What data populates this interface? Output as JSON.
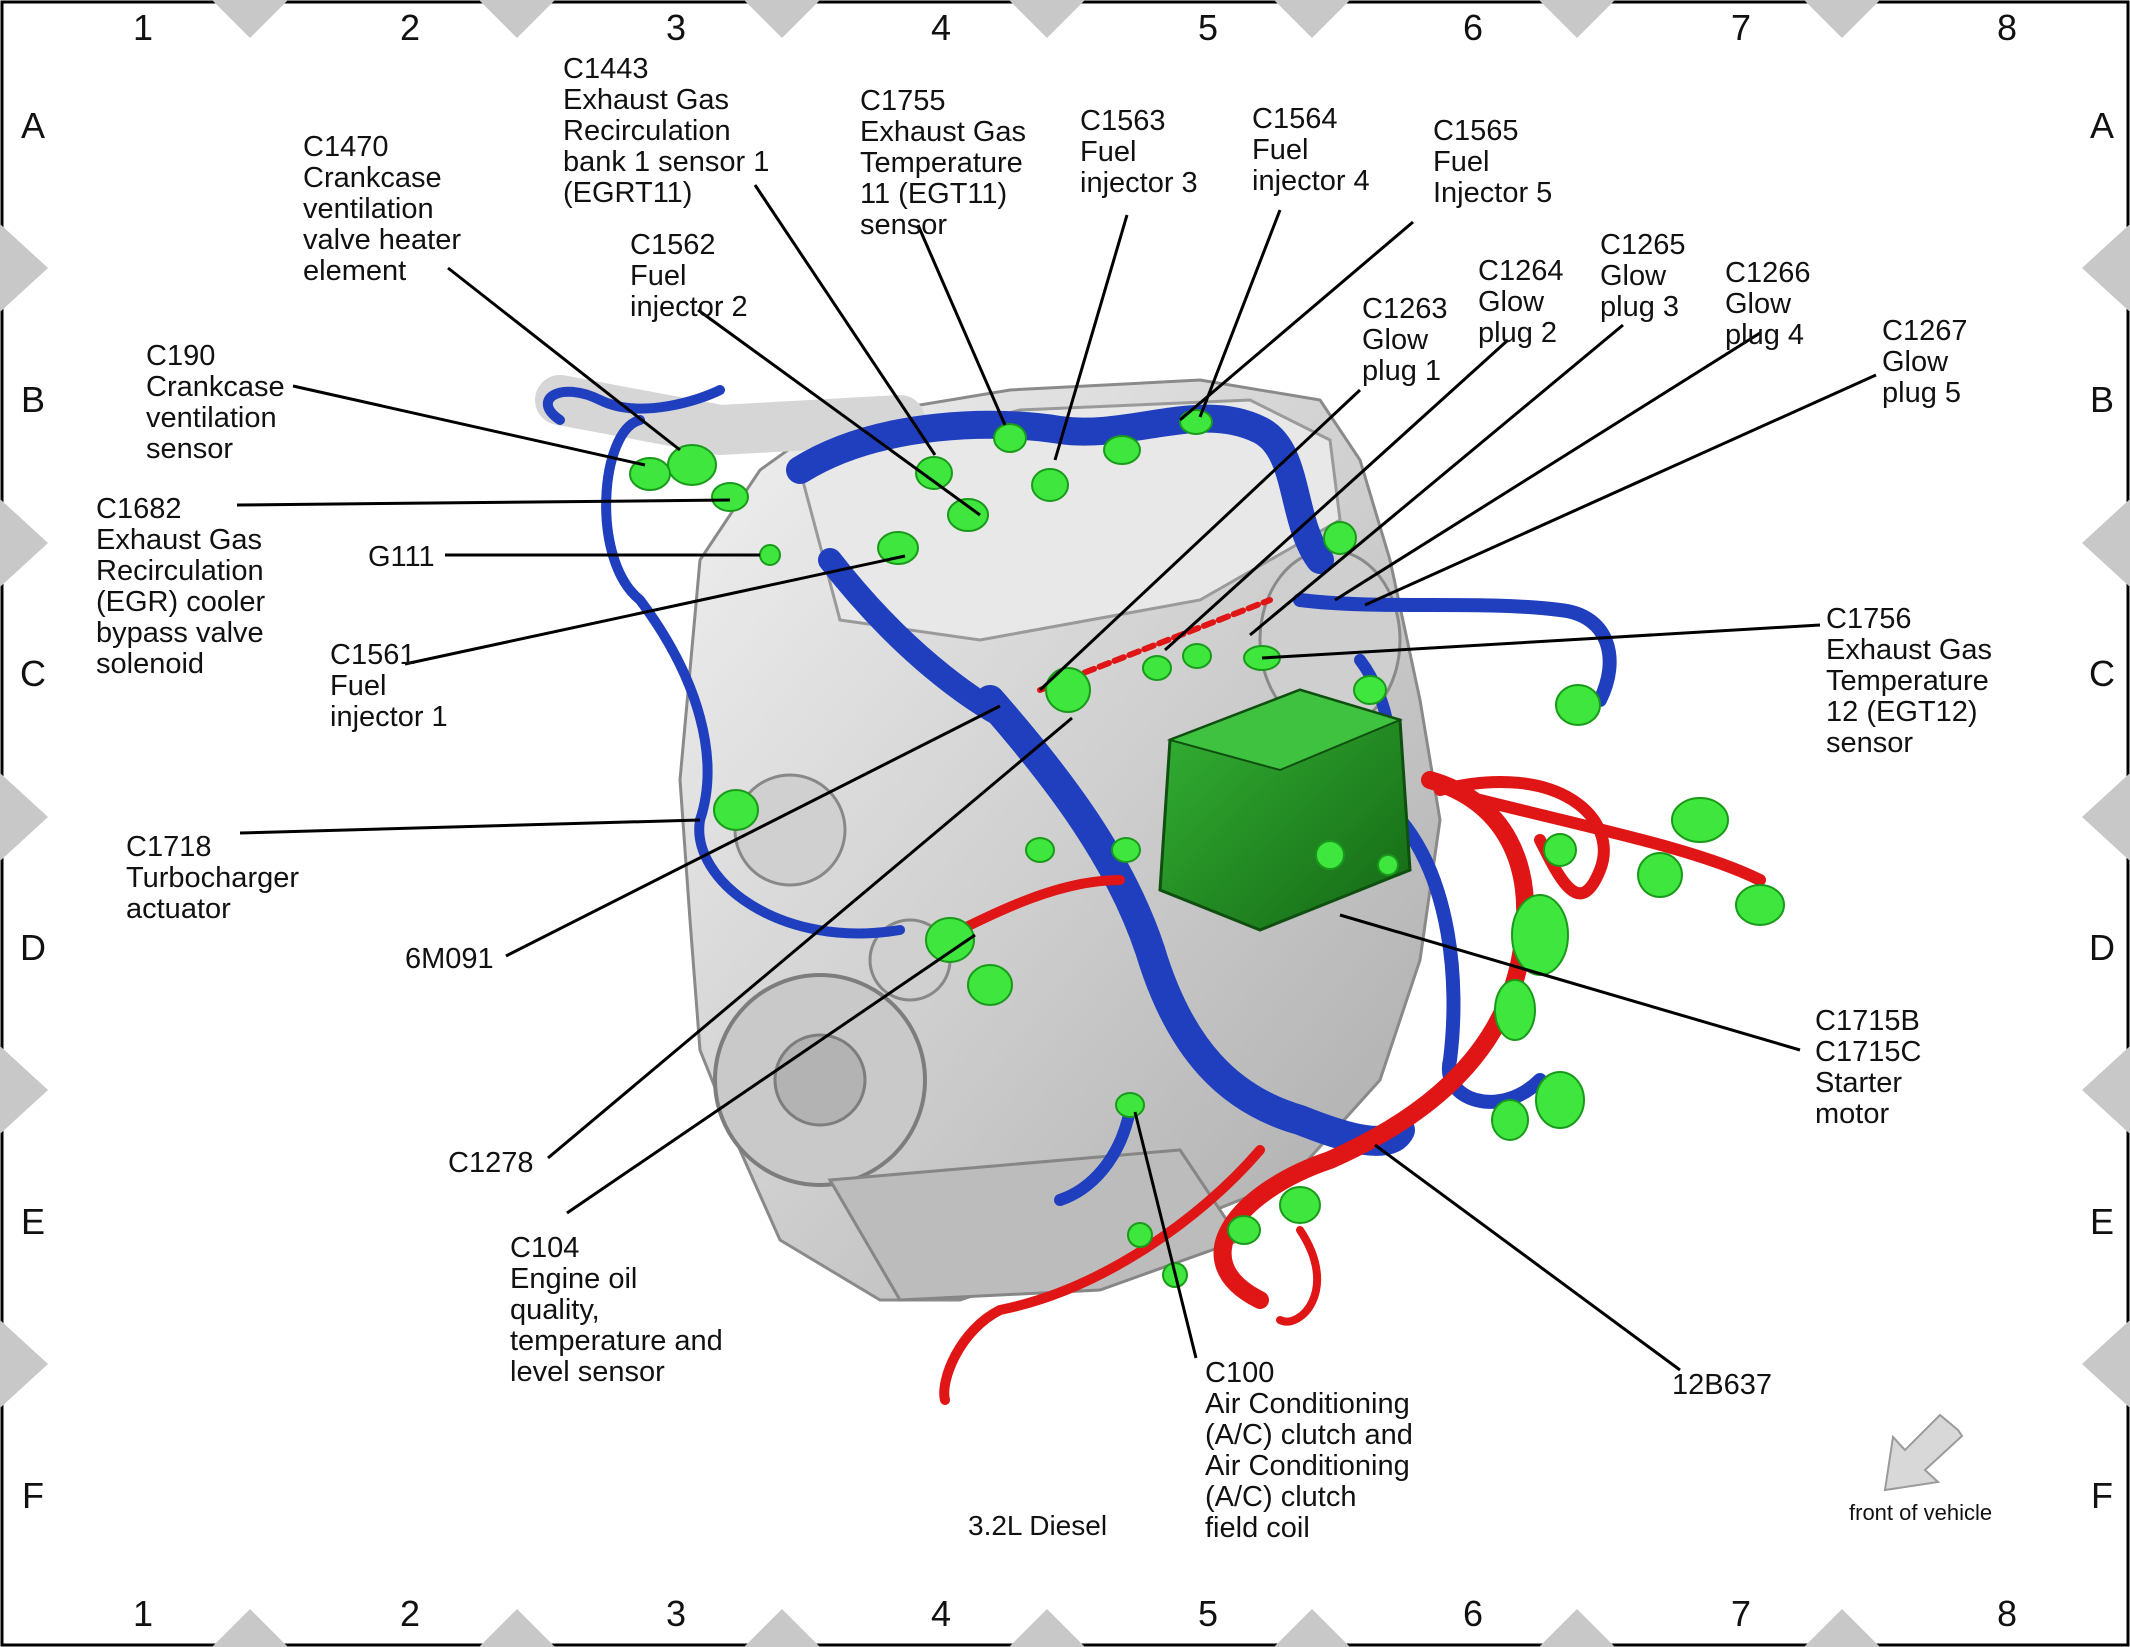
{
  "grid": {
    "columns": [
      "1",
      "2",
      "3",
      "4",
      "5",
      "6",
      "7",
      "8"
    ],
    "rows": [
      "A",
      "B",
      "C",
      "D",
      "E",
      "F"
    ]
  },
  "callouts": [
    {
      "id": "c1470",
      "lines": [
        "C1470",
        "Crankcase",
        "ventilation",
        "valve heater",
        "element"
      ]
    },
    {
      "id": "c1443",
      "lines": [
        "C1443",
        "Exhaust Gas",
        "Recirculation",
        "bank 1 sensor 1",
        "(EGRT11)"
      ]
    },
    {
      "id": "c1755",
      "lines": [
        "C1755",
        "Exhaust Gas",
        "Temperature",
        "11 (EGT11)",
        "sensor"
      ]
    },
    {
      "id": "c1563",
      "lines": [
        "C1563",
        "Fuel",
        "injector 3"
      ]
    },
    {
      "id": "c1564",
      "lines": [
        "C1564",
        "Fuel",
        "injector 4"
      ]
    },
    {
      "id": "c1565",
      "lines": [
        "C1565",
        "Fuel",
        "Injector 5"
      ]
    },
    {
      "id": "c1562",
      "lines": [
        "C1562",
        "Fuel",
        "injector 2"
      ]
    },
    {
      "id": "c1264",
      "lines": [
        "C1264",
        "Glow",
        "plug 2"
      ]
    },
    {
      "id": "c1265",
      "lines": [
        "C1265",
        "Glow",
        "plug 3"
      ]
    },
    {
      "id": "c1266",
      "lines": [
        "C1266",
        "Glow",
        "plug 4"
      ]
    },
    {
      "id": "c1263",
      "lines": [
        "C1263",
        "Glow",
        "plug 1"
      ]
    },
    {
      "id": "c1267",
      "lines": [
        "C1267",
        "Glow",
        "plug 5"
      ]
    },
    {
      "id": "c190",
      "lines": [
        "C190",
        "Crankcase",
        "ventilation",
        "sensor"
      ]
    },
    {
      "id": "c1682",
      "lines": [
        "C1682",
        "Exhaust Gas",
        "Recirculation",
        "(EGR) cooler",
        "bypass valve",
        "solenoid"
      ]
    },
    {
      "id": "g111",
      "lines": [
        "G111"
      ]
    },
    {
      "id": "c1561",
      "lines": [
        "C1561",
        "Fuel",
        "injector 1"
      ]
    },
    {
      "id": "c1756",
      "lines": [
        "C1756",
        "Exhaust Gas",
        "Temperature",
        "12 (EGT12)",
        "sensor"
      ]
    },
    {
      "id": "c1718",
      "lines": [
        "C1718",
        "Turbocharger",
        "actuator"
      ]
    },
    {
      "id": "6m091",
      "lines": [
        "6M091"
      ]
    },
    {
      "id": "c1715",
      "lines": [
        "C1715B",
        "C1715C",
        "Starter",
        "motor"
      ]
    },
    {
      "id": "c1278",
      "lines": [
        "C1278"
      ]
    },
    {
      "id": "c104",
      "lines": [
        "C104",
        "Engine oil",
        "quality,",
        "temperature and",
        "level sensor"
      ]
    },
    {
      "id": "c100",
      "lines": [
        "C100",
        "Air Conditioning",
        "(A/C) clutch and",
        "Air Conditioning",
        "(A/C) clutch",
        "field coil"
      ]
    },
    {
      "id": "12b637",
      "lines": [
        "12B637"
      ]
    }
  ],
  "caption": "3.2L Diesel",
  "orientation_label": "front of vehicle",
  "colors": {
    "engine": "#d4d4d4",
    "harness_blue": "#1f3fbf",
    "harness_red": "#e01515",
    "connector_green": "#3ee63e",
    "fuse_box": "#1f8a1f",
    "border_marker": "#c8c8c8"
  }
}
